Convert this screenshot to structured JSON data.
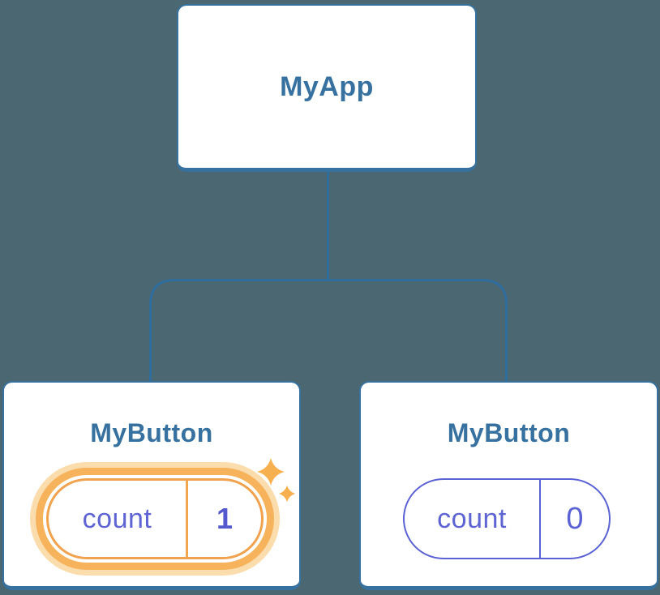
{
  "diagram": {
    "title_hint": "React component tree with state",
    "root": {
      "label": "MyApp"
    },
    "children": [
      {
        "label": "MyButton",
        "state_key": "count",
        "state_value": "1",
        "highlighted": true
      },
      {
        "label": "MyButton",
        "state_key": "count",
        "state_value": "0",
        "highlighted": false
      }
    ]
  },
  "icons": {
    "sparkles": "state-updated-sparkles"
  },
  "colors": {
    "background": "#4B6772",
    "card_background": "#FFFFFF",
    "card_border": "#36719F",
    "node_label": "#36719F",
    "connector": "#2F6D9D",
    "state_text": "#5E64D2",
    "state_pill_border": "#5B62D4",
    "highlight_border": "#F1A24E",
    "highlight_ring": "#F6B35C",
    "highlight_halo": "#FBDCAC",
    "highlight_divider": "#F2A74E",
    "highlight_value_text": "#5459CE",
    "sparkle": "#F7B04F"
  }
}
